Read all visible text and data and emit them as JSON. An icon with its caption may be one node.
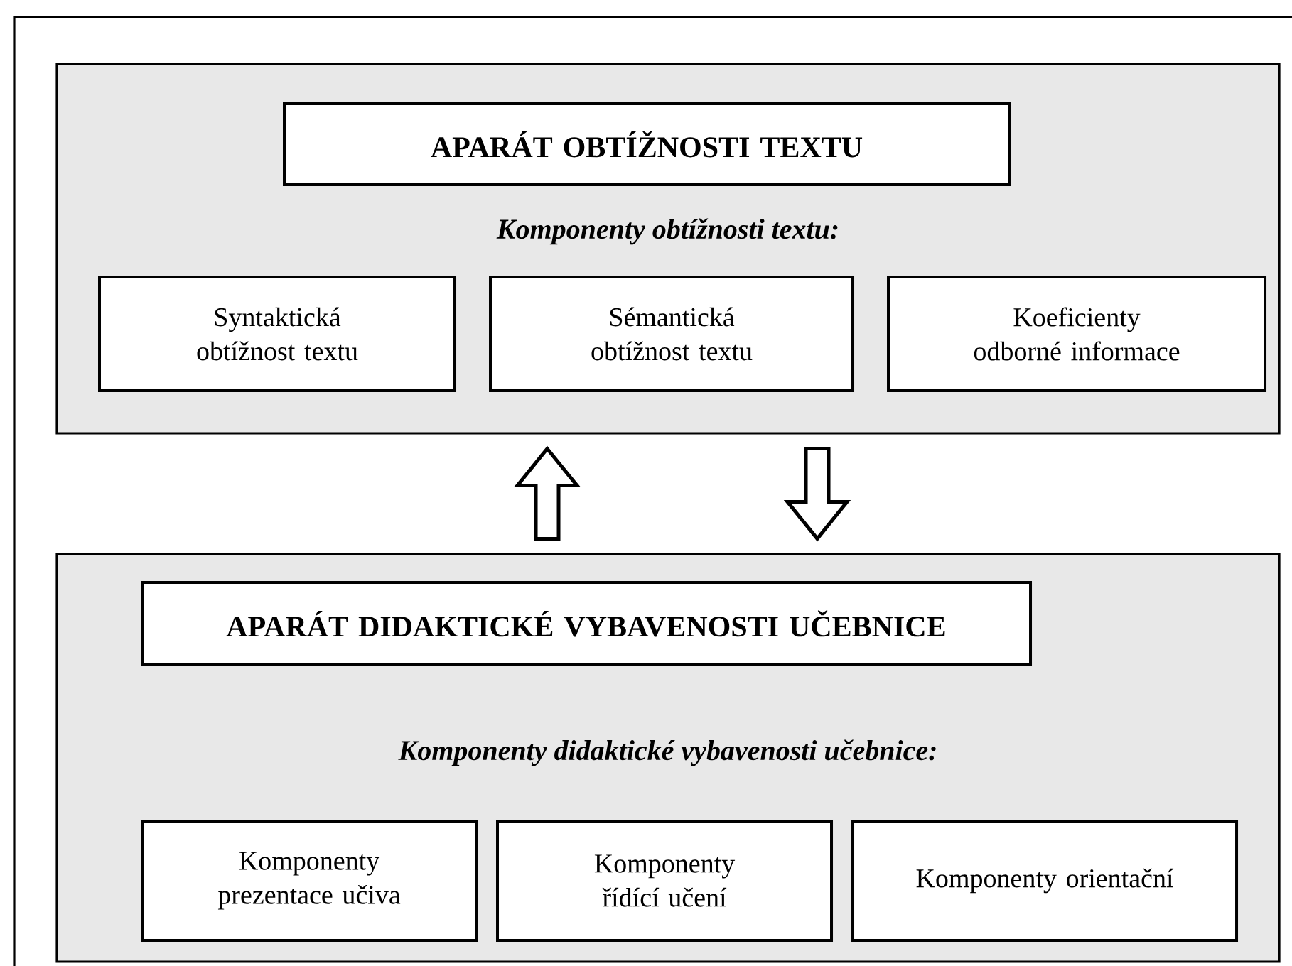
{
  "diagram": {
    "nodes": [
      {
        "text": [
          "Komponenty obtížnosti textu:"
        ]
      },
      {
        "text": [
          "APARÁT OBTÍŽNOSTI TEXTU"
        ],
        "in": 0
      },
      {
        "text": [
          "Syntaktická obtížnost textu"
        ],
        "in": 0
      },
      {
        "text": [
          "Sémantická obtížnost textu"
        ],
        "in": 0
      },
      {
        "text": [
          "Koeficienty odborné informace"
        ],
        "in": 0
      },
      {
        "text": [
          "Komponenty didaktické vybavenosti učebnice:"
        ]
      },
      {
        "text": [
          "APARÁT DIDAKTICKÉ VYBAVENOSTI UČEBNICE"
        ],
        "in": 5
      },
      {
        "text": [
          "Komponenty prezentace učiva"
        ],
        "in": 5
      },
      {
        "text": [
          "Komponenty řídící učení"
        ],
        "in": 5
      },
      {
        "text": [
          "Komponenty orientační"
        ],
        "in": 5
      }
    ],
    "edges": [
      {
        "from": 5,
        "to": 0,
        "arrow": "to"
      },
      {
        "from": 0,
        "to": 5,
        "arrow": "to"
      }
    ]
  }
}
